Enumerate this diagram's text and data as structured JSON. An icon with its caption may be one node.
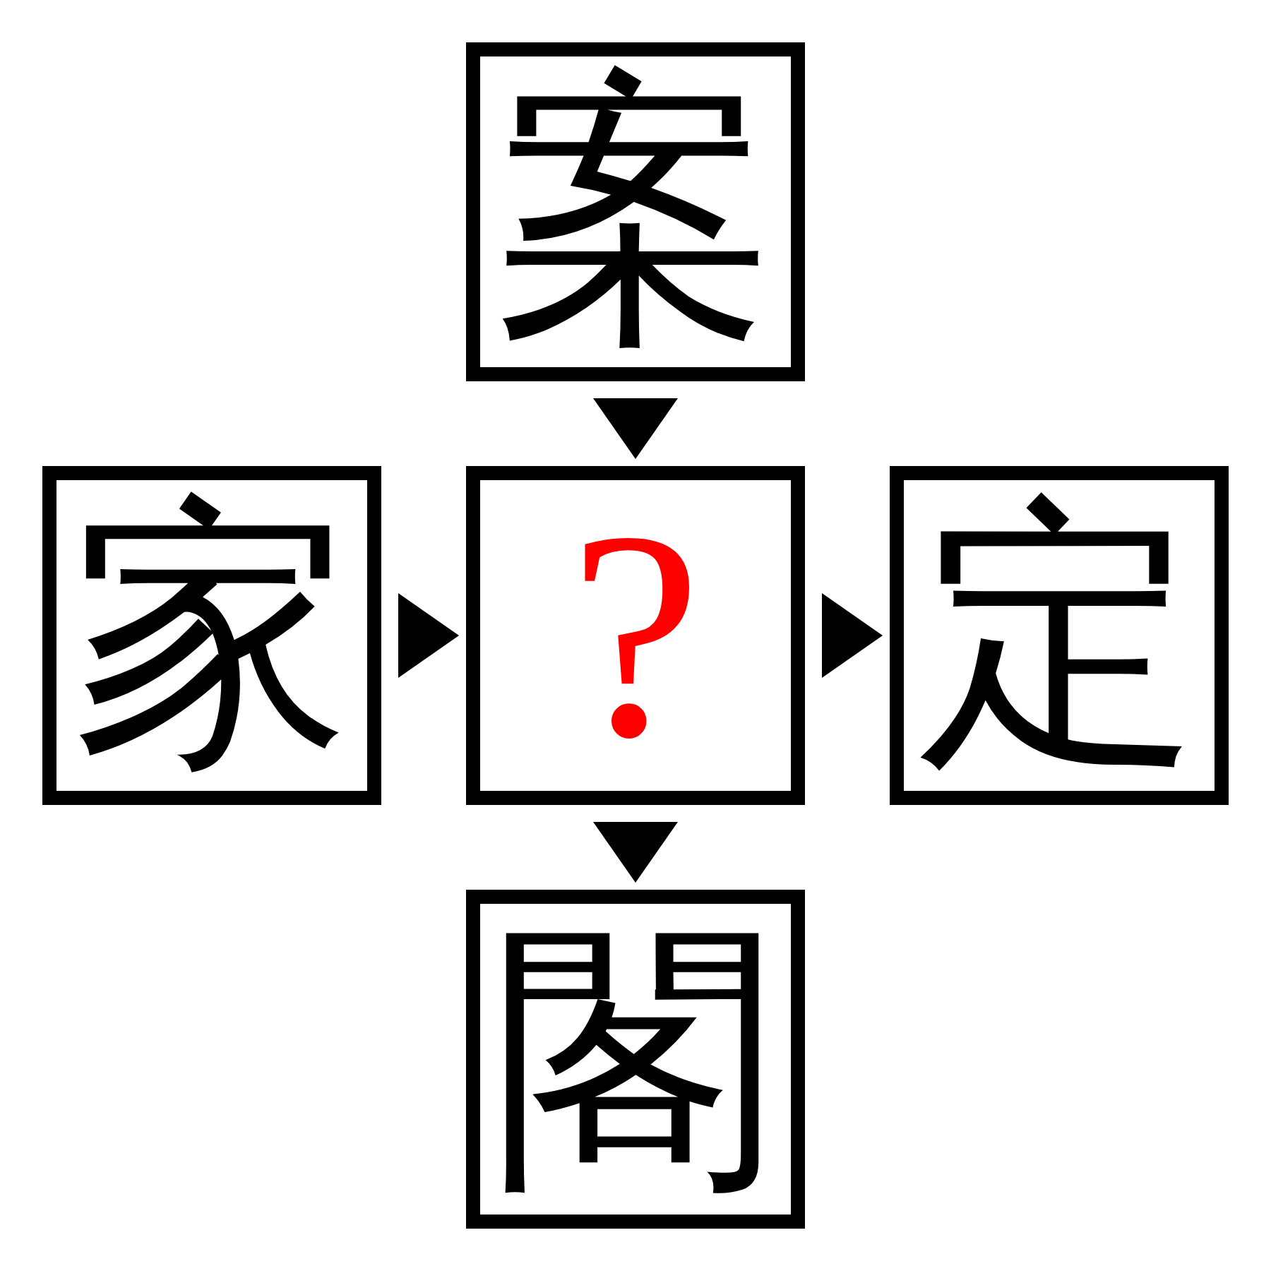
{
  "diagram": {
    "nodes": [
      {
        "text": [
          "案"
        ]
      },
      {
        "text": [
          "家"
        ]
      },
      {
        "text": [
          "?"
        ]
      },
      {
        "text": [
          "定"
        ]
      },
      {
        "text": [
          "閣"
        ]
      }
    ],
    "edges": [
      {
        "from": 0,
        "to": 2,
        "arrow": "to"
      },
      {
        "from": 1,
        "to": 2,
        "arrow": "to"
      },
      {
        "from": 2,
        "to": 3,
        "arrow": "to"
      },
      {
        "from": 2,
        "to": 4,
        "arrow": "to"
      }
    ]
  }
}
